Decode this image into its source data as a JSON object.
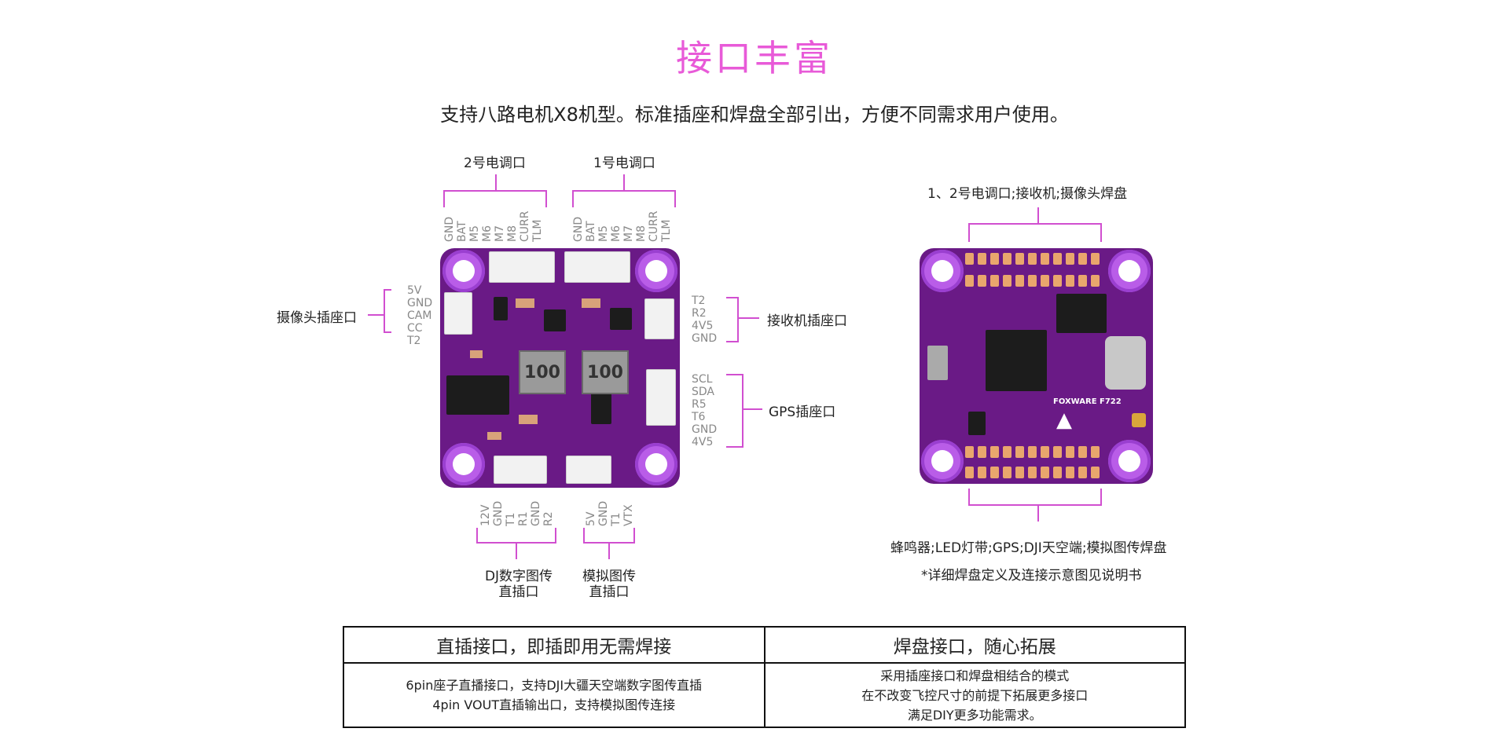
{
  "title": "接口丰富",
  "subtitle": "支持八路电机X8机型。标准插座和焊盘全部引出，方便不同需求用户使用。",
  "left_board": {
    "esc2_label": "2号电调口",
    "esc1_label": "1号电调口",
    "esc_pins": [
      "GND",
      "BAT",
      "M5",
      "M6",
      "M7",
      "M8",
      "CURR",
      "TLM"
    ],
    "camera_label": "摄像头插座口",
    "camera_pins": [
      "5V",
      "GND",
      "CAM",
      "CC",
      "T2"
    ],
    "receiver_label": "接收机插座口",
    "receiver_pins": [
      "T2",
      "R2",
      "4V5",
      "GND"
    ],
    "gps_label": "GPS插座口",
    "gps_pins": [
      "SCL",
      "SDA",
      "R5",
      "T6",
      "GND",
      "4V5"
    ],
    "dji_pins": [
      "12V",
      "GND",
      "T1",
      "R1",
      "GND",
      "R2"
    ],
    "dji_label_1": "DJ数字图传",
    "dji_label_2": "直插口",
    "analog_pins": [
      "5V",
      "GND",
      "T1",
      "VTX"
    ],
    "analog_label_1": "模拟图传",
    "analog_label_2": "直插口",
    "inductor_text": "100"
  },
  "right_board": {
    "top_label": "1、2号电调口;接收机;摄像头焊盘",
    "brand": "FOXWARE F722",
    "bottom_label": "蜂鸣器;LED灯带;GPS;DJI天空端;模拟图传焊盘",
    "note": "*详细焊盘定义及连接示意图见说明书"
  },
  "table": {
    "col1_header": "直插接口，即插即用无需焊接",
    "col2_header": "焊盘接口，随心拓展",
    "col1_lines": [
      "6pin座子直播接口，支持DJI大疆天空端数字图传直插",
      "4pin VOUT直插输出口，支持模拟图传连接"
    ],
    "col2_lines": [
      "采用插座接口和焊盘相结合的模式",
      "在不改变飞控尺寸的前提下拓展更多接口",
      "满足DIY更多功能需求。"
    ]
  },
  "colors": {
    "accent": "#e85ad8",
    "board": "#6a1a86",
    "line": "#d14fd0"
  }
}
